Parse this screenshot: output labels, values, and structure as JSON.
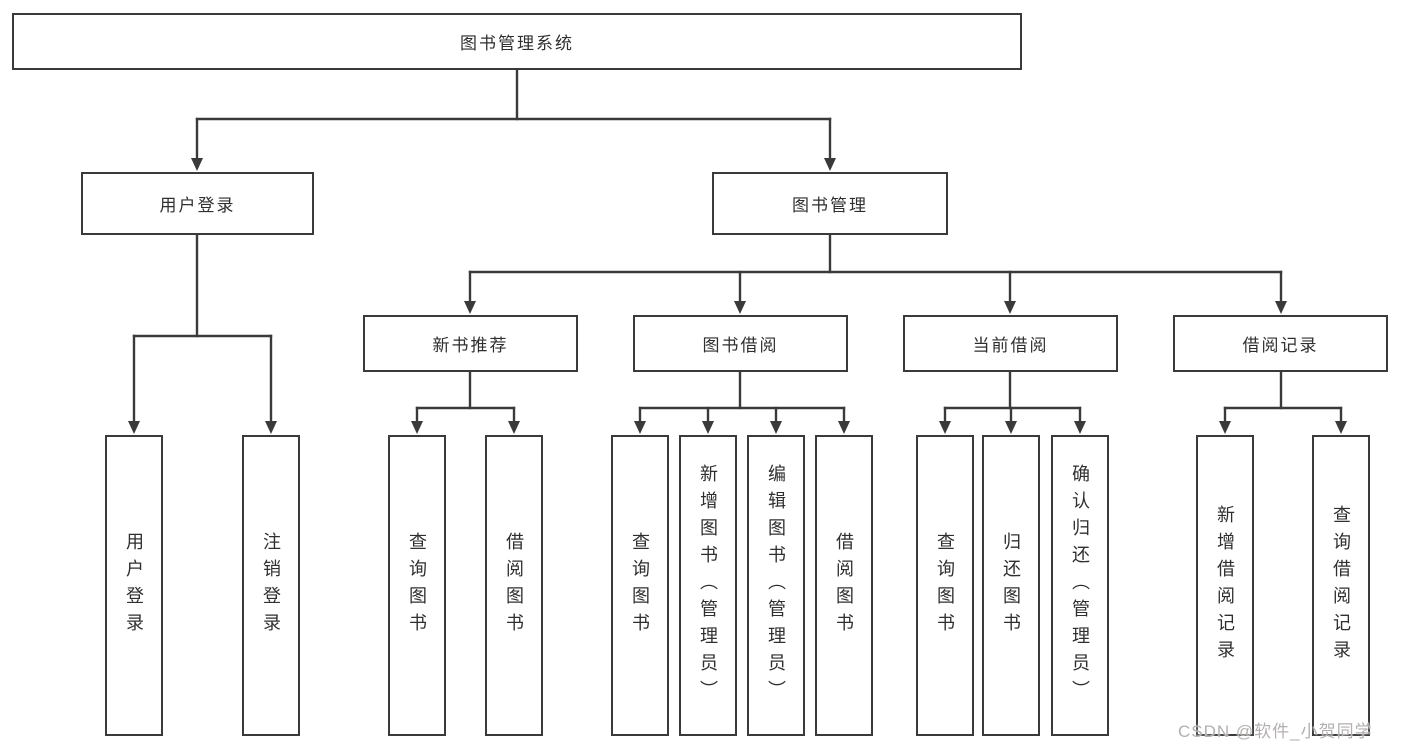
{
  "colors": {
    "line": "#3a3a3a",
    "text": "#2f2f2f",
    "watermark": "#b3b0af",
    "background": "#ffffff"
  },
  "watermark": {
    "text": "CSDN @软件_小贺同学"
  },
  "nodes": {
    "root": {
      "label": "图书管理系统"
    },
    "user_login": {
      "label": "用户登录"
    },
    "book_management": {
      "label": "图书管理"
    },
    "new_book_recommend": {
      "label": "新书推荐"
    },
    "book_borrow": {
      "label": "图书借阅"
    },
    "current_borrow": {
      "label": "当前借阅"
    },
    "borrow_records": {
      "label": "借阅记录"
    },
    "leaf_user_login": {
      "label": "用户登录"
    },
    "leaf_logout": {
      "label": "注销登录"
    },
    "leaf_query_1": {
      "label": "查询图书"
    },
    "leaf_borrow_1": {
      "label": "借阅图书"
    },
    "leaf_query_2": {
      "label": "查询图书"
    },
    "leaf_add_book": {
      "label": "新增图书（管理员）"
    },
    "leaf_edit_book": {
      "label": "编辑图书（管理员）"
    },
    "leaf_borrow_2": {
      "label": "借阅图书"
    },
    "leaf_query_3": {
      "label": "查询图书"
    },
    "leaf_return_book": {
      "label": "归还图书"
    },
    "leaf_confirm_return": {
      "label": "确认归还（管理员）"
    },
    "leaf_add_record": {
      "label": "新增借阅记录"
    },
    "leaf_query_record": {
      "label": "查询借阅记录"
    }
  },
  "hierarchy": {
    "图书管理系统": {
      "用户登录": [
        "用户登录",
        "注销登录"
      ],
      "图书管理": {
        "新书推荐": [
          "查询图书",
          "借阅图书"
        ],
        "图书借阅": [
          "查询图书",
          "新增图书（管理员）",
          "编辑图书（管理员）",
          "借阅图书"
        ],
        "当前借阅": [
          "查询图书",
          "归还图书",
          "确认归还（管理员）"
        ],
        "借阅记录": [
          "新增借阅记录",
          "查询借阅记录"
        ]
      }
    }
  }
}
